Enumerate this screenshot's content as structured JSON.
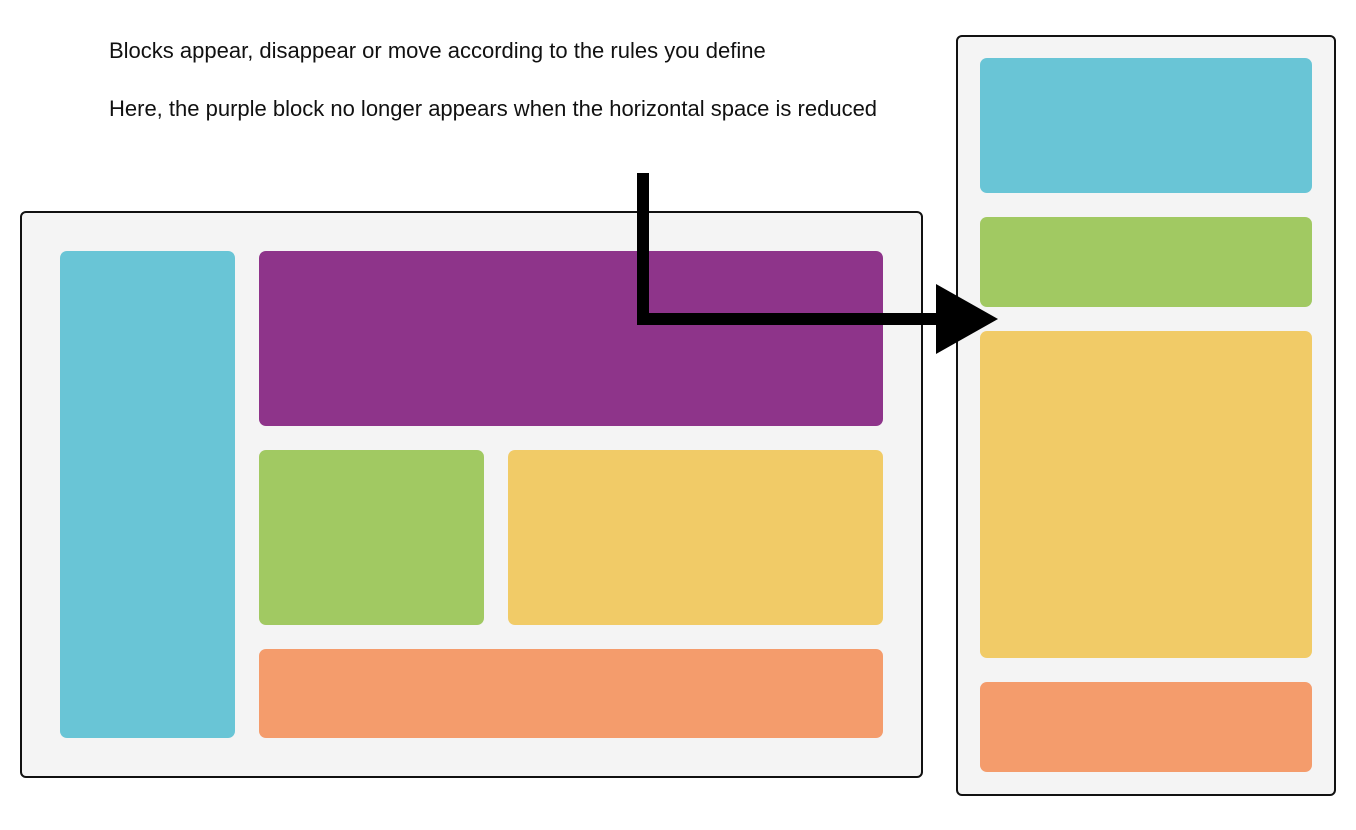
{
  "caption": {
    "line1": "Blocks appear, disappear or move according to the rules you define",
    "line2": "Here, the purple block no longer appears when the  horizontal space is reduced"
  },
  "colors": {
    "blue": "#69c5d6",
    "purple": "#8e348a",
    "green": "#a1c962",
    "yellow": "#f1cb67",
    "orange": "#f49c6c",
    "frame_bg": "#f4f4f4",
    "frame_border": "#111111",
    "arrow": "#000000"
  },
  "layouts": {
    "wide": {
      "blocks": [
        "blue",
        "purple",
        "green",
        "yellow",
        "orange"
      ]
    },
    "narrow": {
      "blocks": [
        "blue",
        "green",
        "yellow",
        "orange"
      ]
    }
  },
  "arrow": {
    "icon": "elbow-arrow-right-icon"
  }
}
